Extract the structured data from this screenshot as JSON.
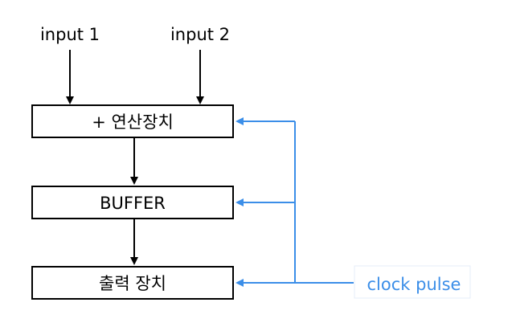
{
  "inputs": {
    "input1": "input 1",
    "input2": "input 2"
  },
  "blocks": {
    "alu": "+ 연산장치",
    "buffer": "BUFFER",
    "output": "출력 장치"
  },
  "clock": {
    "label": "clock pulse"
  },
  "colors": {
    "clock_line": "#3b8ee8",
    "clock_text": "#3b8ee8",
    "clock_box_border": "#e6eef8",
    "flow_line": "#000000"
  }
}
